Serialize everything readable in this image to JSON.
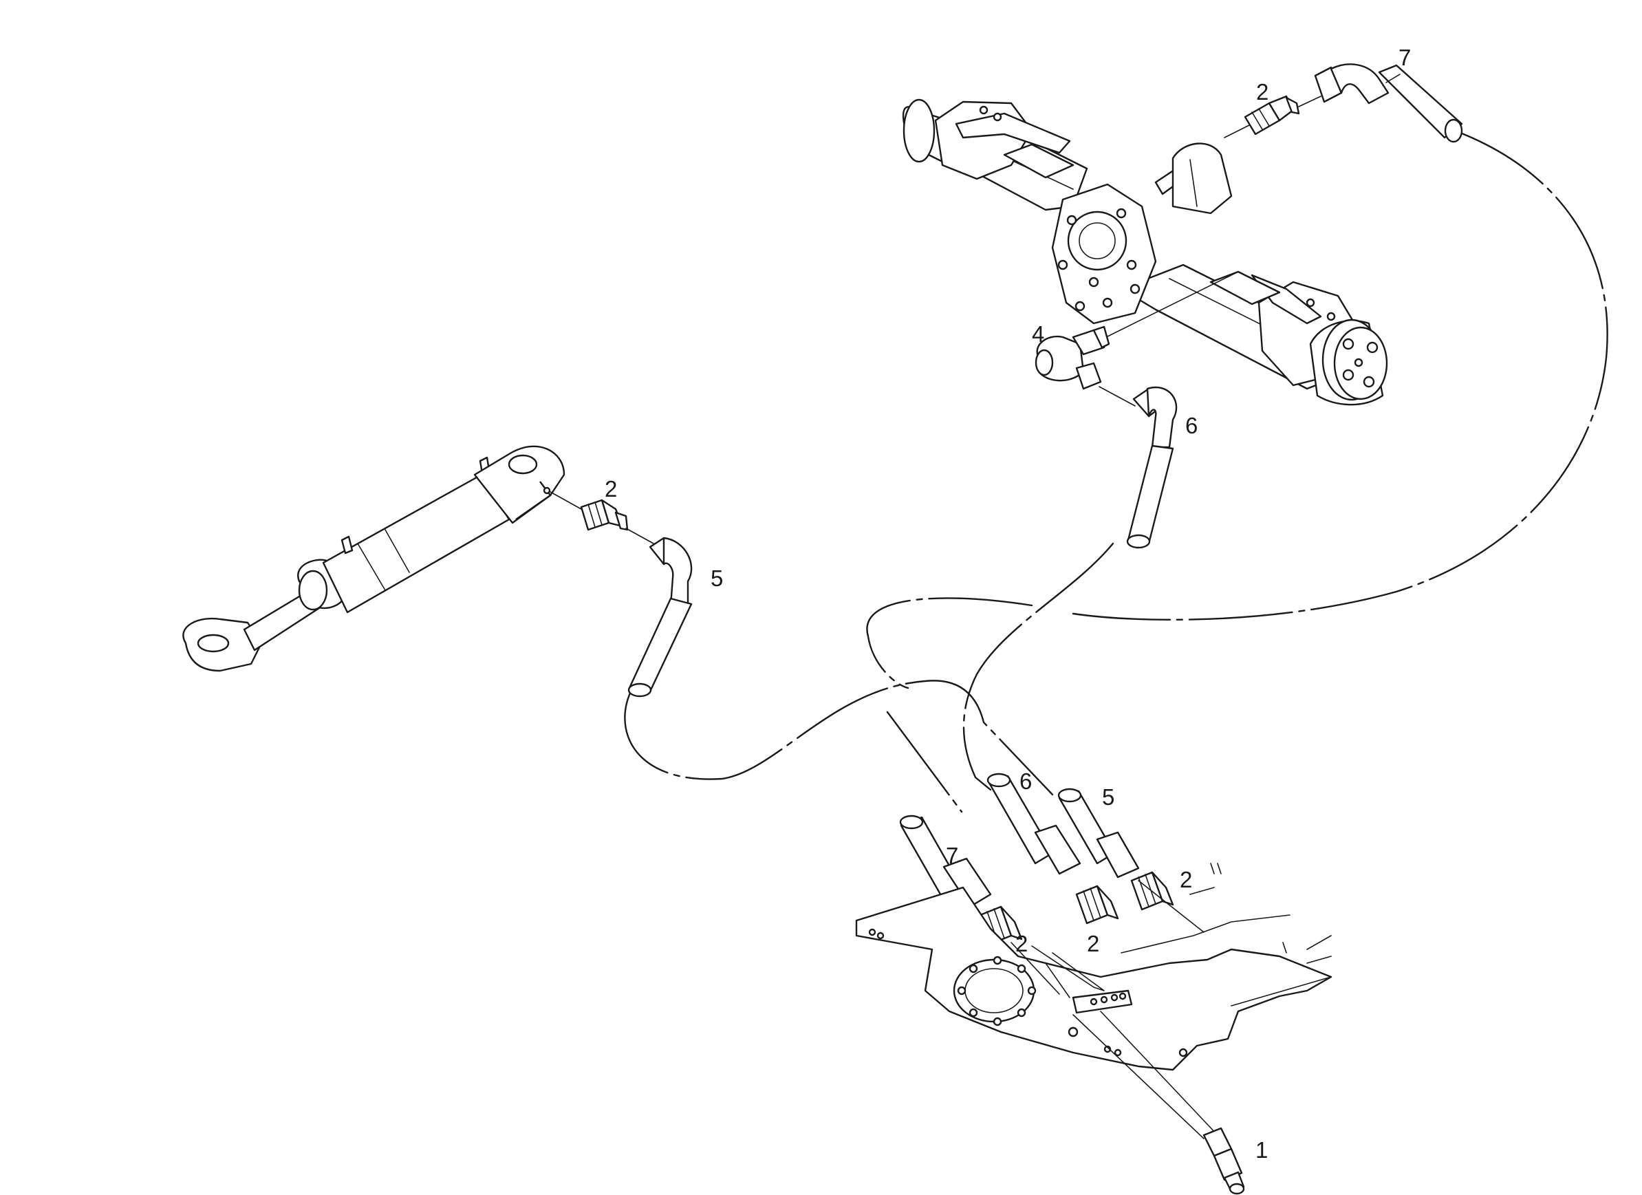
{
  "diagram": {
    "callouts": {
      "c1": "1",
      "c2_axle": "2",
      "c2_cylinder": "2",
      "c2_lower_left": "2",
      "c2_lower_mid": "2",
      "c2_lower_right": "2",
      "c4": "4",
      "c5_upper": "5",
      "c5_lower": "5",
      "c6_upper": "6",
      "c6_lower": "6",
      "c7_upper": "7",
      "c7_lower": "7"
    }
  }
}
